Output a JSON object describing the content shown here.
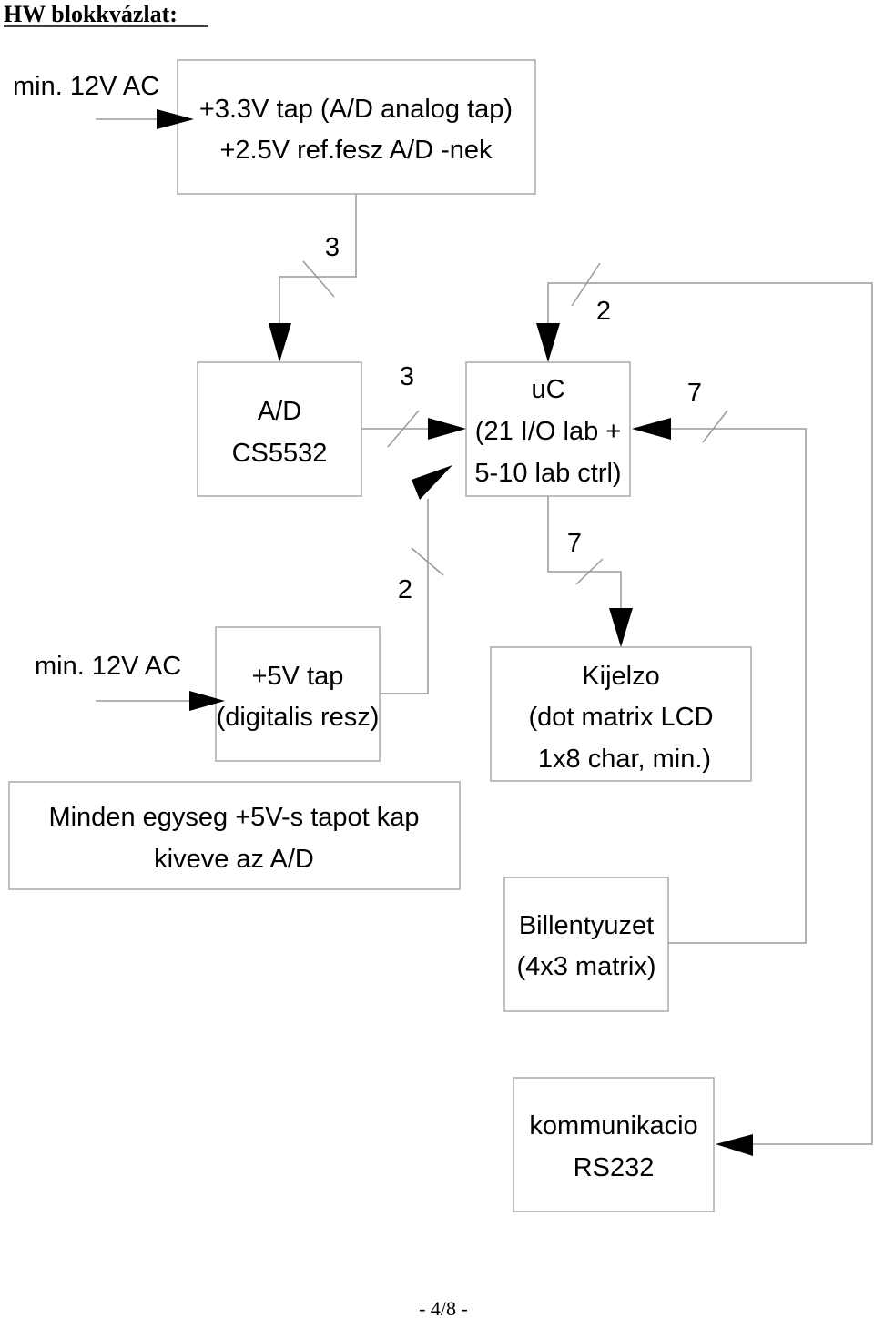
{
  "title": "HW blokkvázlat:",
  "page_number": "- 4/8 -",
  "blocks": {
    "power_analog": {
      "lines": [
        "+3.3V tap (A/D analog tap)",
        "+2.5V ref.fesz A/D -nek"
      ]
    },
    "adc": {
      "lines": [
        "A/D",
        "CS5532"
      ]
    },
    "uc": {
      "lines": [
        "uC",
        "(21 I/O lab +",
        "5-10 lab ctrl)"
      ]
    },
    "power_digital": {
      "lines": [
        "+5V tap",
        "(digitalis resz)"
      ]
    },
    "note": {
      "lines": [
        "Minden egyseg +5V-s tapot kap",
        "kiveve az A/D"
      ]
    },
    "display": {
      "lines": [
        "Kijelzo",
        "(dot matrix LCD",
        "1x8 char, min.)"
      ]
    },
    "keyboard": {
      "lines": [
        "Billentyuzet",
        "(4x3 matrix)"
      ]
    },
    "comm": {
      "lines": [
        "kommunikacio",
        "RS232"
      ]
    }
  },
  "inputs": {
    "ac_top": "min. 12V AC",
    "ac_bottom": "min. 12V AC"
  },
  "bus_labels": {
    "power_to_adc": "3",
    "adc_to_uc": "3",
    "uc_top": "2",
    "keyboard_to_uc": "7",
    "uc_to_display": "7",
    "digital_power": "2"
  }
}
